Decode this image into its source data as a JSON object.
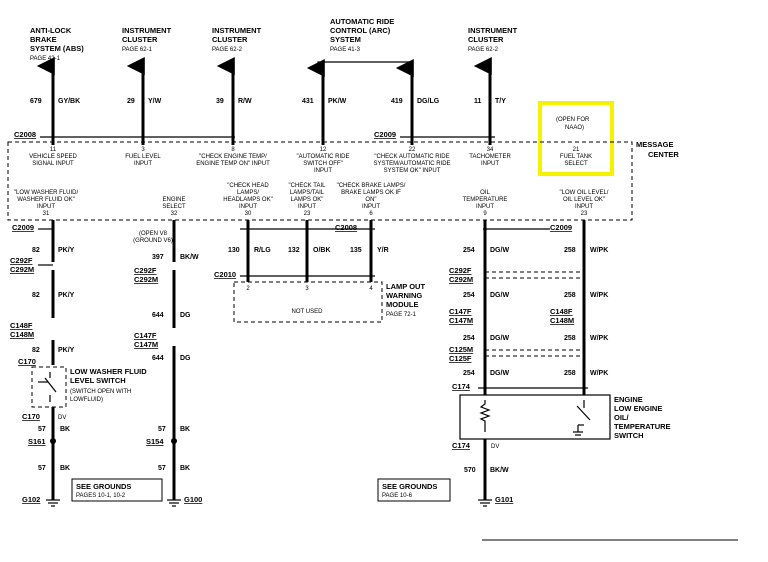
{
  "top_labels": {
    "abs": [
      "ANTI-LOCK",
      "BRAKE",
      "SYSTEM (ABS)",
      "PAGE 42-1"
    ],
    "ic1": [
      "INSTRUMENT",
      "CLUSTER",
      "PAGE 62-1"
    ],
    "ic2": [
      "INSTRUMENT",
      "CLUSTER",
      "PAGE 62-2"
    ],
    "arc": [
      "AUTOMATIC RIDE",
      "CONTROL (ARC)",
      "SYSTEM",
      "PAGE 41-3"
    ],
    "ic3": [
      "INSTRUMENT",
      "CLUSTER",
      "PAGE 62-2"
    ]
  },
  "top_wires": [
    {
      "circuit": "679",
      "color": "GY/BK"
    },
    {
      "circuit": "29",
      "color": "Y/W"
    },
    {
      "circuit": "39",
      "color": "R/W"
    },
    {
      "circuit": "431",
      "color": "PK/W"
    },
    {
      "circuit": "419",
      "color": "DG/LG"
    },
    {
      "circuit": "11",
      "color": "T/Y"
    }
  ],
  "top_connectors": [
    "C2008",
    "C2009"
  ],
  "naao_note": [
    "(OPEN FOR",
    "NAAO)"
  ],
  "module_name": [
    "MESSAGE",
    "CENTER"
  ],
  "top_pins": [
    {
      "pin": "11",
      "lines": [
        "VEHICLE SPEED",
        "SIGNAL INPUT"
      ]
    },
    {
      "pin": "3",
      "lines": [
        "FUEL LEVEL",
        "INPUT"
      ]
    },
    {
      "pin": "8",
      "lines": [
        "\"CHECK ENGINE TEMP/",
        "ENGINE TEMP ON\" INPUT"
      ]
    },
    {
      "pin": "12",
      "lines": [
        "\"AUTOMATIC RIDE",
        "SWITCH OFF\"",
        "INPUT"
      ]
    },
    {
      "pin": "22",
      "lines": [
        "\"CHECK AUTOMATIC RIDE",
        "SYSTEM/AUTOMATIC RIDE",
        "SYSTEM OK\" INPUT"
      ]
    },
    {
      "pin": "34",
      "lines": [
        "TACHOMETER",
        "INPUT"
      ]
    },
    {
      "pin": "21",
      "lines": [
        "FUEL TANK",
        "SELECT"
      ]
    }
  ],
  "bottom_pins": [
    {
      "pin": "31",
      "lines": [
        "\"LOW WASHER FLUID/",
        "WASHER FLUID OK\"",
        "INPUT"
      ]
    },
    {
      "pin": "32",
      "lines": [
        "ENGINE",
        "SELECT"
      ]
    },
    {
      "pin": "30",
      "lines": [
        "\"CHECK HEAD",
        "LAMPS/",
        "HEADLAMPS OK\"",
        "INPUT"
      ]
    },
    {
      "pin": "23",
      "lines": [
        "\"CHECK TAIL",
        "LAMPS/TAIL",
        "LAMPS OK\"",
        "INPUT"
      ]
    },
    {
      "pin": "6",
      "lines": [
        "\"CHECK BRAKE LAMPS/",
        "BRAKE LAMPS OK IF",
        "ON\"",
        "INPUT"
      ]
    },
    {
      "pin": "9",
      "lines": [
        "OIL",
        "TEMPERATURE",
        "INPUT"
      ]
    },
    {
      "pin": "23",
      "lines": [
        "\"LOW OIL LEVEL/",
        "OIL LEVEL OK\"",
        "INPUT"
      ]
    }
  ],
  "bottom_connectors": {
    "left": "C2009",
    "mid": "C2008",
    "right": "C2009",
    "c2010": "C2010"
  },
  "open_ground_note": [
    "(OPEN V8",
    "(GROUND V6)"
  ],
  "wires_left": [
    {
      "circuit": "82",
      "color": "PK/Y"
    },
    {
      "circuit": "82",
      "color": "PK/Y"
    },
    {
      "circuit": "82",
      "color": "PK/Y"
    },
    {
      "circuit": "57",
      "color": "BK"
    },
    {
      "circuit": "57",
      "color": "BK"
    }
  ],
  "wires_engine": [
    {
      "circuit": "397",
      "color": "BK/W"
    },
    {
      "circuit": "644",
      "color": "DG"
    },
    {
      "circuit": "644",
      "color": "DG"
    },
    {
      "circuit": "57",
      "color": "BK"
    },
    {
      "circuit": "57",
      "color": "BK"
    }
  ],
  "wires_lamp": [
    {
      "circuit": "130",
      "color": "R/LG"
    },
    {
      "circuit": "132",
      "color": "O/BK"
    },
    {
      "circuit": "135",
      "color": "Y/R"
    }
  ],
  "wires_oil_temp": [
    {
      "circuit": "254",
      "color": "DG/W"
    },
    {
      "circuit": "254",
      "color": "DG/W"
    },
    {
      "circuit": "254",
      "color": "DG/W"
    },
    {
      "circuit": "254",
      "color": "DG/W"
    },
    {
      "circuit": "570",
      "color": "BK/W"
    }
  ],
  "wires_oil_level": [
    {
      "circuit": "258",
      "color": "W/PK"
    },
    {
      "circuit": "258",
      "color": "W/PK"
    },
    {
      "circuit": "258",
      "color": "W/PK"
    },
    {
      "circuit": "258",
      "color": "W/PK"
    }
  ],
  "connectors_left": [
    "C292F",
    "C292M",
    "C148F",
    "C148M",
    "C170",
    "C170",
    "S161",
    "G102"
  ],
  "connectors_engine": [
    "C292F",
    "C292M",
    "C147F",
    "C147M",
    "S154",
    "G100"
  ],
  "connectors_right": [
    "C292F",
    "C292M",
    "C147F",
    "C147M",
    "C148F",
    "C148M",
    "C125M",
    "C125F",
    "C174",
    "C174",
    "G101"
  ],
  "lamp_module": {
    "pins": [
      "2",
      "3",
      "4"
    ],
    "not_used": "NOT USED",
    "label": [
      "LAMP OUT",
      "WARNING",
      "MODULE",
      "PAGE 72-1"
    ]
  },
  "washer_switch": [
    "LOW WASHER FLUID",
    "LEVEL SWITCH",
    "(SWITCH OPEN WITH",
    "LOWFLUID)"
  ],
  "engine_switch": [
    "ENGINE",
    "LOW ENGINE",
    "OIL/",
    "TEMPERATURE",
    "SWITCH"
  ],
  "see_grounds_1": [
    "SEE GROUNDS",
    "PAGES 10-1, 10-2"
  ],
  "see_grounds_2": [
    "SEE GROUNDS",
    "PAGE 10-6"
  ],
  "misc": {
    "dv_left": "DV",
    "dv_right": "DV"
  },
  "highlight_color": "#f5f200"
}
